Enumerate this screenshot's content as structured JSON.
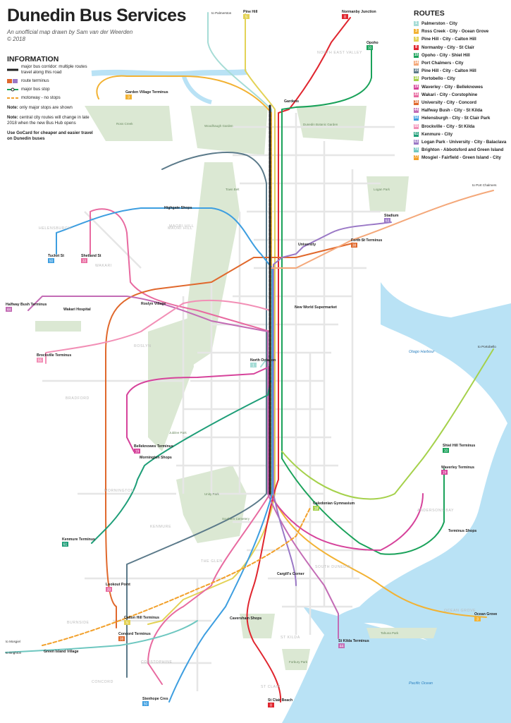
{
  "title": "Dunedin Bus Services",
  "subtitle_lines": [
    "An unofficial map drawn by Sam van der Weerden",
    "© 2018"
  ],
  "info": {
    "heading": "INFORMATION",
    "legend": [
      {
        "key": "corridor",
        "text": "major bus corridor: multiple routes travel along this road"
      },
      {
        "key": "terminus",
        "text": "route terminus"
      },
      {
        "key": "stop",
        "text": "major bus stop"
      },
      {
        "key": "motorway",
        "text": "motorway - no stops"
      }
    ],
    "notes": [
      {
        "bold": "Note:",
        "text": " only major stops are shown"
      },
      {
        "bold": "Note:",
        "text": " central city routes will change in late 2018 when the new Bus Hub opens"
      },
      {
        "bold": "Use GoCard for cheaper and easier travel on Dunedin buses",
        "text": ""
      }
    ]
  },
  "routes_heading": "ROUTES",
  "routes": [
    {
      "num": "1",
      "name": "Palmerston - City",
      "color": "#a6dcd6"
    },
    {
      "num": "3",
      "name": "Ross Creek - City - Ocean Grove",
      "color": "#f2b233"
    },
    {
      "num": "5",
      "name": "Pine Hill - City - Calton Hill",
      "color": "#e3d256"
    },
    {
      "num": "8",
      "name": "Normanby - City - St Clair",
      "color": "#e0262f"
    },
    {
      "num": "10",
      "name": "Opoho - City - Shiel Hill",
      "color": "#1aa25a"
    },
    {
      "num": "14",
      "name": "Port Chalmers - City",
      "color": "#f4a87a"
    },
    {
      "num": "15",
      "name": "Pine Hill - City - Calton Hill",
      "color": "#5b7a8a"
    },
    {
      "num": "18",
      "name": "Portobello - City",
      "color": "#a5d14b"
    },
    {
      "num": "19",
      "name": "Waverley - City - Belleknowes",
      "color": "#d6439b"
    },
    {
      "num": "33",
      "name": "Wakari - City - Corstophine",
      "color": "#e86aa0"
    },
    {
      "num": "38",
      "name": "University - City - Concord",
      "color": "#e0682c"
    },
    {
      "num": "44",
      "name": "Halfway Bush - City - St Kilda",
      "color": "#c36cb5"
    },
    {
      "num": "50",
      "name": "Helensburgh - City - St Clair Park",
      "color": "#3d9ee0"
    },
    {
      "num": "55",
      "name": "Brockville - City - St Kilda",
      "color": "#f28fb6"
    },
    {
      "num": "61",
      "name": "Kenmure - City",
      "color": "#1e9e78"
    },
    {
      "num": "63",
      "name": "Logan Park - University - City - Balaclava",
      "color": "#9a78c6"
    },
    {
      "num": "70",
      "name": "Brighton - Abbotsford and Green Island",
      "color": "#6ec7c0"
    },
    {
      "num": "77",
      "name": "Mosgiel - Fairfield - Green Island - City",
      "color": "#f2a02a"
    }
  ],
  "stops": [
    {
      "name": "Pine Hill",
      "num": "5"
    },
    {
      "name": "Normanby Junction",
      "num": "8"
    },
    {
      "name": "Opoho",
      "num": "10"
    },
    {
      "name": "Garden Village Terminus",
      "num": "3"
    },
    {
      "name": "Gardens",
      "num": ""
    },
    {
      "name": "Stadium",
      "num": "63"
    },
    {
      "name": "Highgate Shops",
      "num": ""
    },
    {
      "name": "Tucket St",
      "num": "50"
    },
    {
      "name": "Shetland St",
      "num": "33"
    },
    {
      "name": "University",
      "num": ""
    },
    {
      "name": "Forth St Terminus",
      "num": "38"
    },
    {
      "name": "Halfway Bush Terminus",
      "num": "44"
    },
    {
      "name": "Roslyn Village",
      "num": ""
    },
    {
      "name": "Wakari Hospital",
      "num": ""
    },
    {
      "name": "New World Supermarket",
      "num": ""
    },
    {
      "name": "Brockville Terminus",
      "num": "55"
    },
    {
      "name": "North Octagon",
      "num": "1"
    },
    {
      "name": "Belleknowes Terminus",
      "num": "19"
    },
    {
      "name": "Mornington Shops",
      "num": ""
    },
    {
      "name": "Kenmure Terminus",
      "num": "61"
    },
    {
      "name": "Caledonian Gymnasium",
      "num": "18"
    },
    {
      "name": "Shiel Hill Terminus",
      "num": "10"
    },
    {
      "name": "Waverley Terminus",
      "num": "19"
    },
    {
      "name": "Terminus Shops",
      "num": ""
    },
    {
      "name": "Lookout Point",
      "num": "33"
    },
    {
      "name": "Cargill's Corner",
      "num": ""
    },
    {
      "name": "Caversham Shops",
      "num": ""
    },
    {
      "name": "Calton Hill Terminus",
      "num": "5"
    },
    {
      "name": "Concord Terminus",
      "num": "38"
    },
    {
      "name": "Green Island Village",
      "num": ""
    },
    {
      "name": "Ocean Grove",
      "num": "3"
    },
    {
      "name": "St Kilda Terminus",
      "num": "44"
    },
    {
      "name": "Stenhope Cres",
      "num": "50"
    },
    {
      "name": "St Clair Beach",
      "num": "8"
    }
  ],
  "directions": [
    {
      "text": "to Palmerston"
    },
    {
      "text": "to Port Chalmers"
    },
    {
      "text": "to Portobello"
    },
    {
      "text": "to Mosgiel"
    },
    {
      "text": "to Brighton"
    }
  ],
  "water": [
    "Otago Harbour",
    "Pacific Ocean"
  ],
  "parks": [
    "Ross Creek",
    "Woodhaugh Garden",
    "Dunedin Botanic Garden",
    "Town Belt",
    "Logan Park",
    "Jubilee Park",
    "Unity Park",
    "Southern Cemetery",
    "Forbury Park",
    "Tahuna Park"
  ],
  "suburbs": [
    "NORTH EAST VALLEY",
    "HELENSBURGH",
    "WAKARI",
    "MAORI HILL",
    "ROSLYN",
    "BRADFORD",
    "MORNINGTON",
    "KENMURE",
    "MAORI HILL",
    "THE GLEN",
    "SOUTH DUNEDIN",
    "BURNSIDE",
    "CONCORD",
    "CORSTOPHINE",
    "ST KILDA",
    "ST CLAIR",
    "OCEAN GROVE",
    "ANDERSONS BAY"
  ]
}
